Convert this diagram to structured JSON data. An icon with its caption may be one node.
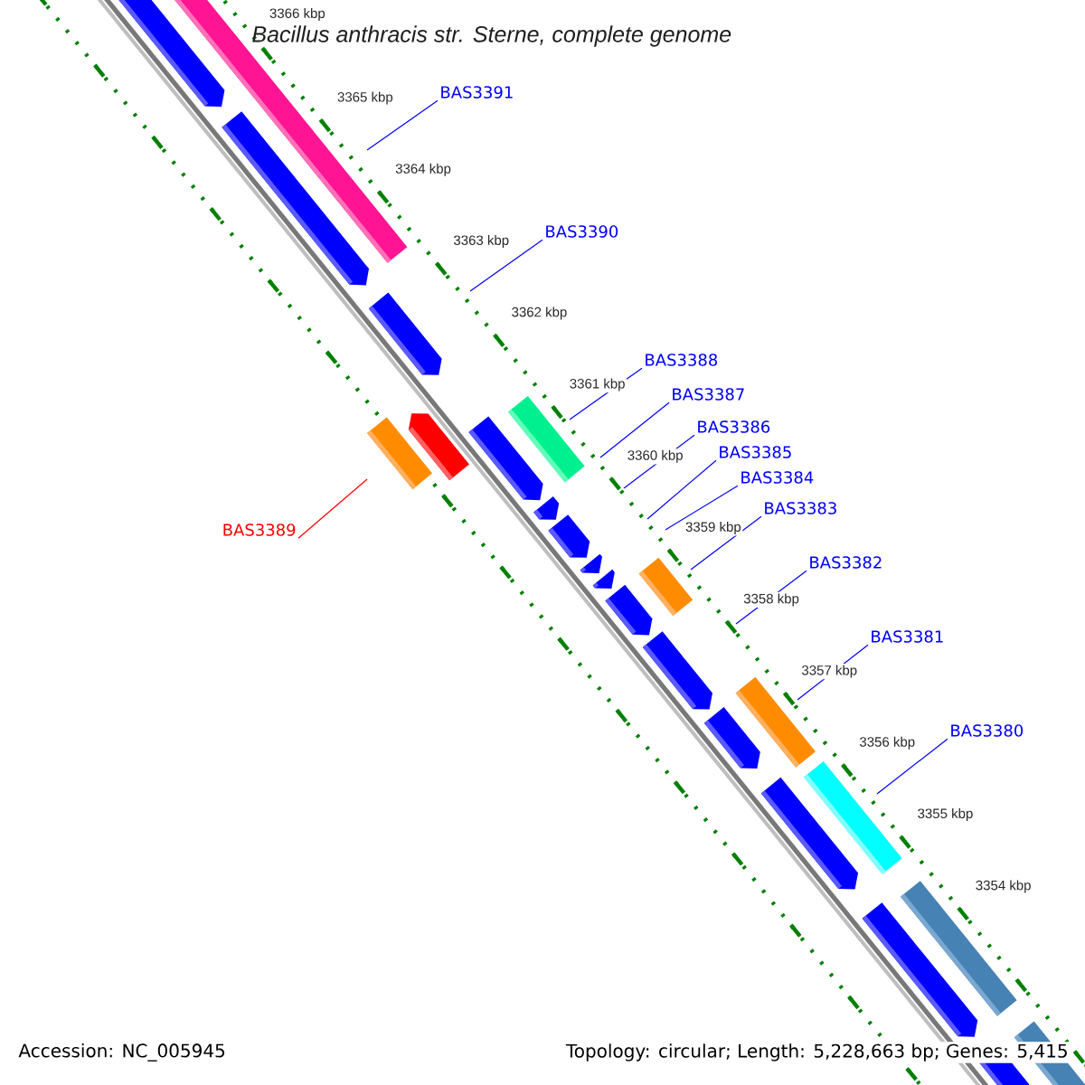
{
  "diagram": {
    "title": "Bacillus anthracis str. Sterne, complete genome",
    "nodes": [
      {
        "text": [
          "BAS3391"
        ]
      },
      {
        "text": [
          "BAS3390"
        ]
      },
      {
        "text": [
          "BAS3388"
        ]
      },
      {
        "text": [
          "BAS3387"
        ]
      },
      {
        "text": [
          "BAS3386"
        ]
      },
      {
        "text": [
          "BAS3385"
        ]
      },
      {
        "text": [
          "BAS3384"
        ]
      },
      {
        "text": [
          "BAS3383"
        ]
      },
      {
        "text": [
          "BAS3389"
        ]
      },
      {
        "text": [
          "BAS3382"
        ]
      },
      {
        "text": [
          "BAS3381"
        ]
      },
      {
        "text": [
          "BAS3380"
        ]
      }
    ],
    "edges": [
      {
        "from": 0,
        "to": null,
        "arrow": "none"
      },
      {
        "from": 1,
        "to": null,
        "arrow": "none"
      },
      {
        "from": 2,
        "to": null,
        "arrow": "none"
      },
      {
        "from": 3,
        "to": null,
        "arrow": "none"
      },
      {
        "from": 4,
        "to": null,
        "arrow": "none"
      },
      {
        "from": 5,
        "to": null,
        "arrow": "none"
      },
      {
        "from": 6,
        "to": null,
        "arrow": "none"
      },
      {
        "from": 7,
        "to": null,
        "arrow": "none"
      },
      {
        "from": 8,
        "to": null,
        "arrow": "none",
        "color": "#ff0000"
      },
      {
        "from": 9,
        "to": null,
        "arrow": "none"
      },
      {
        "from": 10,
        "to": null,
        "arrow": "none"
      },
      {
        "from": 11,
        "to": null,
        "arrow": "none"
      }
    ],
    "labels": [
      "3366 kbp",
      "3365 kbp",
      "3364 kbp",
      "3363 kbp",
      "3362 kbp",
      "3361 kbp",
      "3360 kbp",
      "3359 kbp",
      "3358 kbp",
      "3357 kbp",
      "3356 kbp",
      "3355 kbp",
      "3354 kbp",
      "Accession: NC_005945",
      "Topology: circular; Length: 5,228,663 bp; Genes: 5,415"
    ]
  }
}
